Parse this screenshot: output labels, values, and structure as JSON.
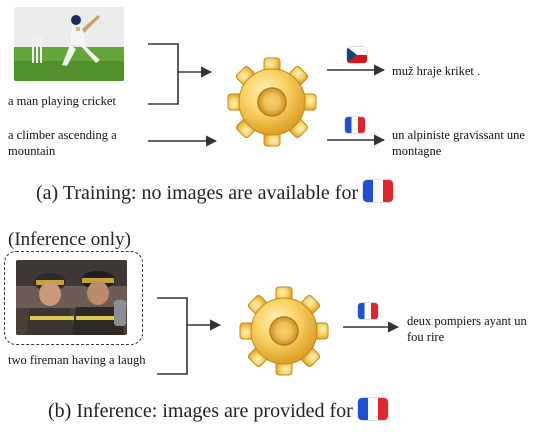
{
  "training": {
    "src1": "a man playing cricket",
    "src2": "a climber ascending a mountain",
    "out1": "muž hraje kriket .",
    "out2": "un alpiniste gravissant une montagne",
    "caption": "(a) Training: no images are available for"
  },
  "inference": {
    "label": "(Inference only)",
    "src": "two fireman having a laugh",
    "out": "deux pompiers ayant un fou rire",
    "caption": "(b) Inference: images are provided for"
  },
  "icons": [
    "gear-icon",
    "czech-flag-icon",
    "french-flag-icon"
  ],
  "colors": {
    "gear_light": "#fde79a",
    "gear_mid": "#f6c94e",
    "gear_dark": "#d99a1e",
    "flag_blue": "#1f4fd6",
    "flag_red": "#e0252f",
    "cz_blue": "#11457e"
  }
}
